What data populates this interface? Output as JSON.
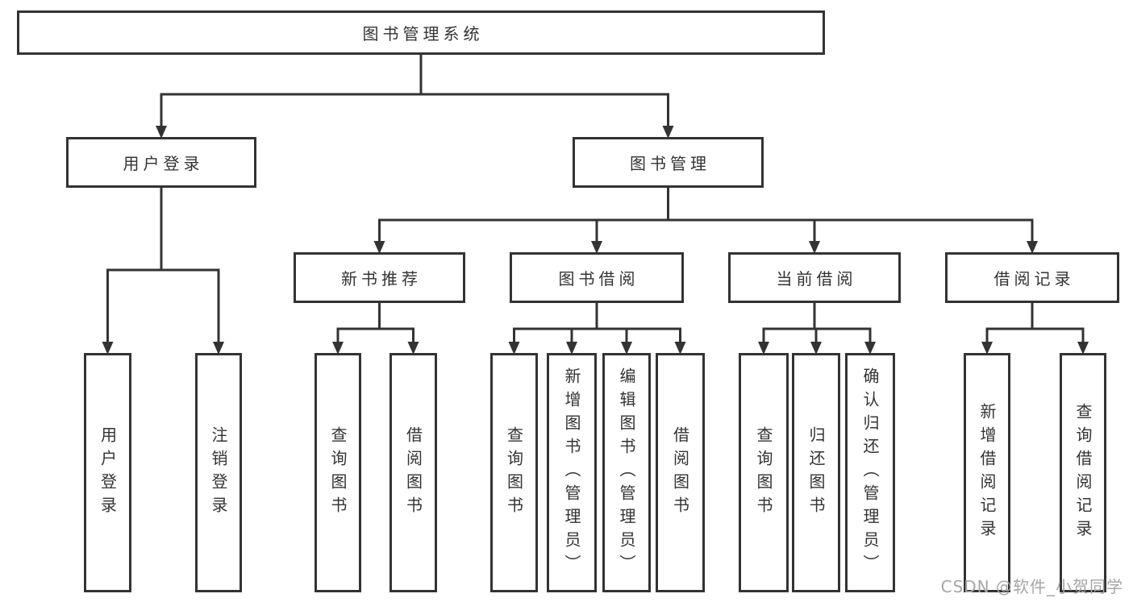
{
  "watermark": "CSDN @软件_小贺同学",
  "colors": {
    "line": "#333333",
    "box_border": "#333333",
    "box_fill": "#ffffff",
    "text": "#333333",
    "watermark": "#a6a6a6",
    "background": "#ffffff"
  },
  "diagram": {
    "nodes": [
      {
        "id": "root",
        "label": "图书管理系统",
        "vertical": false
      },
      {
        "id": "user-login",
        "label": "用户登录",
        "vertical": false
      },
      {
        "id": "book-management",
        "label": "图书管理",
        "vertical": false
      },
      {
        "id": "new-book-recommend",
        "label": "新书推荐",
        "vertical": false
      },
      {
        "id": "book-borrowing",
        "label": "图书借阅",
        "vertical": false
      },
      {
        "id": "current-borrowing",
        "label": "当前借阅",
        "vertical": false
      },
      {
        "id": "borrowing-records",
        "label": "借阅记录",
        "vertical": false
      },
      {
        "id": "leaf-user-login",
        "label": "用户登录",
        "vertical": true
      },
      {
        "id": "leaf-logout",
        "label": "注销登录",
        "vertical": true
      },
      {
        "id": "leaf-search-book-1",
        "label": "查询图书",
        "vertical": true
      },
      {
        "id": "leaf-borrow-book-1",
        "label": "借阅图书",
        "vertical": true
      },
      {
        "id": "leaf-search-book-2",
        "label": "查询图书",
        "vertical": true
      },
      {
        "id": "leaf-add-book",
        "label": "新增图书（管理员）",
        "vertical": true
      },
      {
        "id": "leaf-edit-book",
        "label": "编辑图书（管理员）",
        "vertical": true
      },
      {
        "id": "leaf-borrow-book-2",
        "label": "借阅图书",
        "vertical": true
      },
      {
        "id": "leaf-search-book-3",
        "label": "查询图书",
        "vertical": true
      },
      {
        "id": "leaf-return-book",
        "label": "归还图书",
        "vertical": true
      },
      {
        "id": "leaf-confirm-return",
        "label": "确认归还（管理员）",
        "vertical": true
      },
      {
        "id": "leaf-add-borrow-record",
        "label": "新增借阅记录",
        "vertical": true
      },
      {
        "id": "leaf-search-borrow-record",
        "label": "查询借阅记录",
        "vertical": true
      }
    ],
    "edges": [
      {
        "from": "root",
        "to": [
          "user-login",
          "book-management"
        ]
      },
      {
        "from": "user-login",
        "to": [
          "leaf-user-login",
          "leaf-logout"
        ]
      },
      {
        "from": "book-management",
        "to": [
          "new-book-recommend",
          "book-borrowing",
          "current-borrowing",
          "borrowing-records"
        ]
      },
      {
        "from": "new-book-recommend",
        "to": [
          "leaf-search-book-1",
          "leaf-borrow-book-1"
        ]
      },
      {
        "from": "book-borrowing",
        "to": [
          "leaf-search-book-2",
          "leaf-add-book",
          "leaf-edit-book",
          "leaf-borrow-book-2"
        ]
      },
      {
        "from": "current-borrowing",
        "to": [
          "leaf-search-book-3",
          "leaf-return-book",
          "leaf-confirm-return"
        ]
      },
      {
        "from": "borrowing-records",
        "to": [
          "leaf-add-borrow-record",
          "leaf-search-borrow-record"
        ]
      }
    ]
  }
}
